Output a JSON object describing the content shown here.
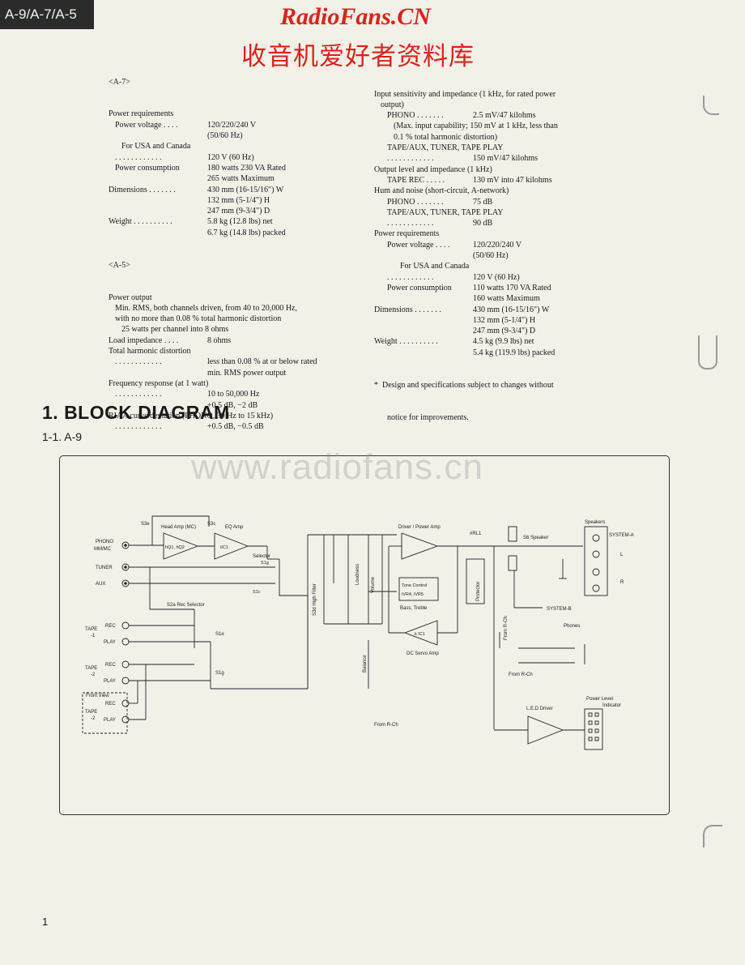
{
  "header": {
    "model_tab": "A-9/A-7/A-5",
    "watermark_site": "RadioFans.CN",
    "watermark_cn": "收音机爱好者资料库"
  },
  "spec_left": {
    "a7_title": "<A-7>",
    "a7_rows": [
      {
        "label": "Power requirements",
        "value": "",
        "indent": 0
      },
      {
        "label": "Power voltage . . . .",
        "value": "120/220/240 V",
        "indent": 1
      },
      {
        "label": "",
        "value": "(50/60 Hz)",
        "indent": 1
      },
      {
        "label": "For USA and Canada",
        "value": "",
        "indent": 2
      },
      {
        "label": ". . . . . . . . . . . .",
        "value": "120 V (60 Hz)",
        "indent": 1
      },
      {
        "label": "Power consumption",
        "value": "180 watts 230 VA Rated",
        "indent": 1
      },
      {
        "label": "",
        "value": "265 watts Maximum",
        "indent": 1
      },
      {
        "label": "Dimensions . . . . . . .",
        "value": "430 mm (16-15/16\") W",
        "indent": 0
      },
      {
        "label": "",
        "value": "132 mm (5-1/4\") H",
        "indent": 0
      },
      {
        "label": "",
        "value": "247 mm (9-3/4\") D",
        "indent": 0
      },
      {
        "label": "Weight . . . . . . . . . .",
        "value": "5.8 kg (12.8 lbs) net",
        "indent": 0
      },
      {
        "label": "",
        "value": "6.7 kg (14.8 lbs) packed",
        "indent": 0
      }
    ],
    "a5_title": "<A-5>",
    "a5_rows": [
      {
        "label": "Power output",
        "value": "",
        "indent": 0
      },
      {
        "label": "Min. RMS, both channels driven, from 40 to 20,000 Hz,",
        "value": "",
        "indent": 1
      },
      {
        "label": "with no more than 0.08 % total harmonic distortion",
        "value": "",
        "indent": 1
      },
      {
        "label": "25 watts per channel into 8 ohms",
        "value": "",
        "indent": 2
      },
      {
        "label": "Load impedance . . . .",
        "value": "8 ohms",
        "indent": 0
      },
      {
        "label": "Total harmonic distortion",
        "value": "",
        "indent": 0
      },
      {
        "label": ". . . . . . . . . . . .",
        "value": "less than 0.08 % at or below rated",
        "indent": 1
      },
      {
        "label": "",
        "value": "min. RMS power output",
        "indent": 1
      },
      {
        "label": "Frequency response (at 1 watt)",
        "value": "",
        "indent": 0
      },
      {
        "label": ". . . . . . . . . . . .",
        "value": "10 to 50,000 Hz",
        "indent": 1
      },
      {
        "label": "",
        "value": "+0.5 dB, −2 dB",
        "indent": 1
      },
      {
        "label": "RIAA curve deviation (PHONO, 30 Hz to 15 kHz)",
        "value": "",
        "indent": 0
      },
      {
        "label": ". . . . . . . . . . . .",
        "value": "+0.5 dB, −0.5 dB",
        "indent": 1
      }
    ]
  },
  "spec_right": {
    "rows": [
      {
        "label": "Input sensitivity and impedance (1 kHz, for rated power",
        "value": "",
        "indent": 0
      },
      {
        "label": "output)",
        "value": "",
        "indent": 1
      },
      {
        "label": "PHONO . . . . . . .",
        "value": "2.5 mV/47 kilohms",
        "indent": 2
      },
      {
        "label": "(Max. input capability; 150 mV at 1 kHz, less than",
        "value": "",
        "indent": 3
      },
      {
        "label": "0.1 % total harmonic distortion)",
        "value": "",
        "indent": 3
      },
      {
        "label": "TAPE/AUX, TUNER, TAPE PLAY",
        "value": "",
        "indent": 2
      },
      {
        "label": ". . . . . . . . . . . .",
        "value": "150 mV/47 kilohms",
        "indent": 2
      },
      {
        "label": "Output level and impedance (1 kHz)",
        "value": "",
        "indent": 0
      },
      {
        "label": "TAPE REC . . . . .",
        "value": "130 mV into 47 kilohms",
        "indent": 2
      },
      {
        "label": "Hum and noise (short-circuit, A-network)",
        "value": "",
        "indent": 0
      },
      {
        "label": "PHONO . . . . . . .",
        "value": "75 dB",
        "indent": 2
      },
      {
        "label": "TAPE/AUX, TUNER, TAPE PLAY",
        "value": "",
        "indent": 2
      },
      {
        "label": ". . . . . . . . . . . .",
        "value": "90 dB",
        "indent": 2
      },
      {
        "label": "Power requirements",
        "value": "",
        "indent": 0
      },
      {
        "label": "Power voltage . . . .",
        "value": "120/220/240 V",
        "indent": 2
      },
      {
        "label": "",
        "value": "(50/60 Hz)",
        "indent": 2
      },
      {
        "label": "For USA and Canada",
        "value": "",
        "indent": 4
      },
      {
        "label": ". . . . . . . . . . . .",
        "value": "120 V (60 Hz)",
        "indent": 2
      },
      {
        "label": "Power consumption",
        "value": "110 watts 170 VA Rated",
        "indent": 2
      },
      {
        "label": "",
        "value": "160 watts Maximum",
        "indent": 2
      },
      {
        "label": "Dimensions . . . . . . .",
        "value": "430 mm (16-15/16\") W",
        "indent": 0
      },
      {
        "label": "",
        "value": "132 mm (5-1/4\") H",
        "indent": 0
      },
      {
        "label": "",
        "value": "247 mm (9-3/4\") D",
        "indent": 0
      },
      {
        "label": "Weight . . . . . . . . . .",
        "value": "4.5 kg (9.9 lbs) net",
        "indent": 0
      },
      {
        "label": "",
        "value": "5.4 kg (119.9 lbs) packed",
        "indent": 0
      }
    ],
    "note_1": "*  Design and specifications subject to changes without",
    "note_2": "notice for improvements."
  },
  "section": {
    "heading": "1. BLOCK DIAGRAM",
    "subheading": "1-1. A-9",
    "watermark": "www.radiofans.cn"
  },
  "diagram": {
    "labels": {
      "phono": "PHONO",
      "phono_sub": "MM/MC",
      "tuner": "TUNER",
      "aux": "AUX",
      "s3e": "S3e",
      "s3c": "S3c",
      "head_amp": "Head Amp (MC)",
      "head_amp_ic": "hQ1, hQ2",
      "eq_amp": "EQ Amp",
      "eq_amp_ic": "iIC1",
      "selector": "Selector",
      "s1g": "S1g",
      "s1c": "S1c",
      "s2a_rec_selector": "S2a Rec Selector",
      "tape1": "TAPE",
      "tape1_num": "-1",
      "tape2": "TAPE",
      "tape2_num": "-2",
      "front_view": "Front View",
      "tape2b": "TAPE",
      "tape2b_num": "-2",
      "rec": "REC",
      "play": "PLAY",
      "s1e": "S1e",
      "s1g2": "S1g",
      "high_filter": "S3d High Filter",
      "loudness": "Loudness",
      "volume": "Volume",
      "balance": "Balance",
      "from_r_ch_1": "From R-Ch",
      "driver_power_amp": "Driver / Power Amp",
      "tone_control": "Tone Control",
      "tone_control_ic": "iVR4, iVR5",
      "bass_treble": "Bass, Treble",
      "dc_servo_ic": "k IC1",
      "dc_servo_amp": "DC Servo Amp",
      "protector": "Protector",
      "rl1": "#RL1",
      "s6_speaker": "S6 Speaker",
      "speakers": "Speakers",
      "system_a": "SYSTEM-A",
      "system_b": "SYSTEM-B",
      "l": "L",
      "r": "R",
      "phones": "Phones",
      "from_r_ch_2": "From R-Ch",
      "from_r_ch_3": "From R-Ch",
      "led_driver": "L.E.D Driver",
      "power_level": "Power Level",
      "indicator": "Indicator"
    }
  },
  "footer": {
    "page_number": "1"
  }
}
